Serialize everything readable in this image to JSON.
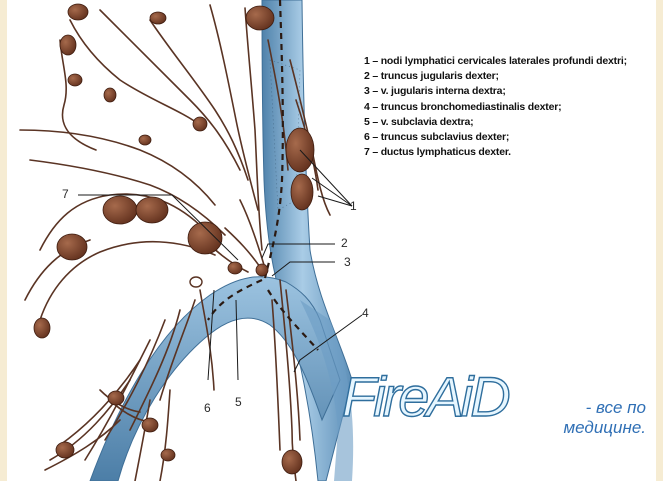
{
  "legend": {
    "items": [
      "1 – nodi lymphatici cervicales laterales profundi dextri;",
      "2 – truncus jugularis dexter;",
      "3 – v. jugularis interna dextra;",
      "4 – truncus bronchomediastinalis dexter;",
      "5 – v.  subclavia  dextra;",
      "6 – truncus subclavius  dexter;",
      "7 – ductus lymphaticus dexter."
    ]
  },
  "callouts": {
    "c1": "1",
    "c2": "2",
    "c3": "3",
    "c4": "4",
    "c5": "5",
    "c6": "6",
    "c7": "7"
  },
  "watermark": {
    "logo": "FireAiD",
    "tagline_line1": "- все по",
    "tagline_line2": "медицине."
  },
  "colors": {
    "vein": "#7faed4",
    "vein_dark": "#4c7ea7",
    "node": "#7a3c26",
    "vessel": "#5a3424",
    "frame": "#f6ecd3"
  }
}
